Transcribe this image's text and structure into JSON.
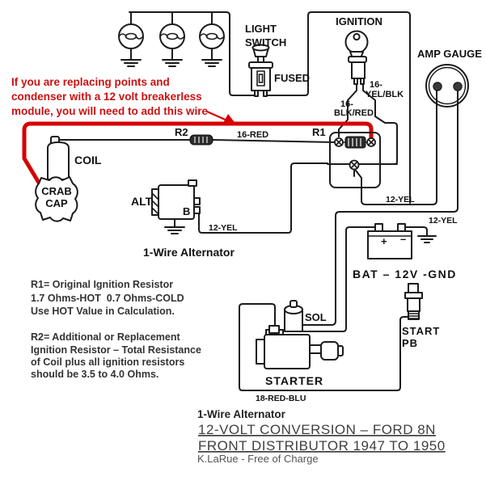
{
  "colors": {
    "wire": "#1b1b1b",
    "red_wire": "#d60000",
    "red_text": "#cc1111",
    "note_text": "#333333",
    "title_text": "#3f3f3f"
  },
  "annotation": {
    "line1": "If you are replacing points and",
    "line2": "condenser with a 12 volt breakerless",
    "line3": "module, you will need to add this wire"
  },
  "components": {
    "light_switch_line1": "LIGHT",
    "light_switch_line2": "SWITCH",
    "fused": "FUSED",
    "ignition": "IGNITION",
    "amp_gauge": "AMP GAUGE",
    "coil": "COIL",
    "crab_cap_line1": "CRAB",
    "crab_cap_line2": "CAP",
    "alt": "ALT",
    "alt_terminal_b": "B",
    "one_wire_alternator": "1-Wire Alternator",
    "battery": "BAT – 12V -GND",
    "battery_plus": "+",
    "battery_minus": "–",
    "sol": "SOL",
    "starter": "STARTER",
    "start_pb_line1": "START",
    "start_pb_line2": "PB"
  },
  "wire_labels": {
    "r1": "R1",
    "r2": "R2",
    "w16_red": "16-RED",
    "w16_yelblk_a": "16-",
    "w16_yelblk_b": "YEL/BLK",
    "w16_blkred_a": "16-",
    "w16_blkred_b": "BLK/RED",
    "w12_yel_alt": "12-YEL",
    "w12_yel_1": "12-YEL",
    "w12_yel_2": "12-YEL",
    "w18_redblu": "18-RED-BLU"
  },
  "notes": {
    "r1_line1": "R1= Original Ignition Resistor",
    "r1_line2": "1.7 Ohms-HOT  0.7 Ohms-COLD",
    "r1_line3": "Use HOT Value in Calculation.",
    "r2_line1": "R2= Additional or Replacement",
    "r2_line2": "Ignition Resistor – Total Resistance",
    "r2_line3": "of Coil plus all ignition resistors",
    "r2_line4": "should be 3.5 to 4.0 Ohms."
  },
  "footer": {
    "subtitle": "1-Wire Alternator",
    "title_line1": "12-VOLT CONVERSION – FORD 8N",
    "title_line2": "FRONT DISTRIBUTOR 1947 TO 1950",
    "byline": "K.LaRue - Free of Charge"
  }
}
